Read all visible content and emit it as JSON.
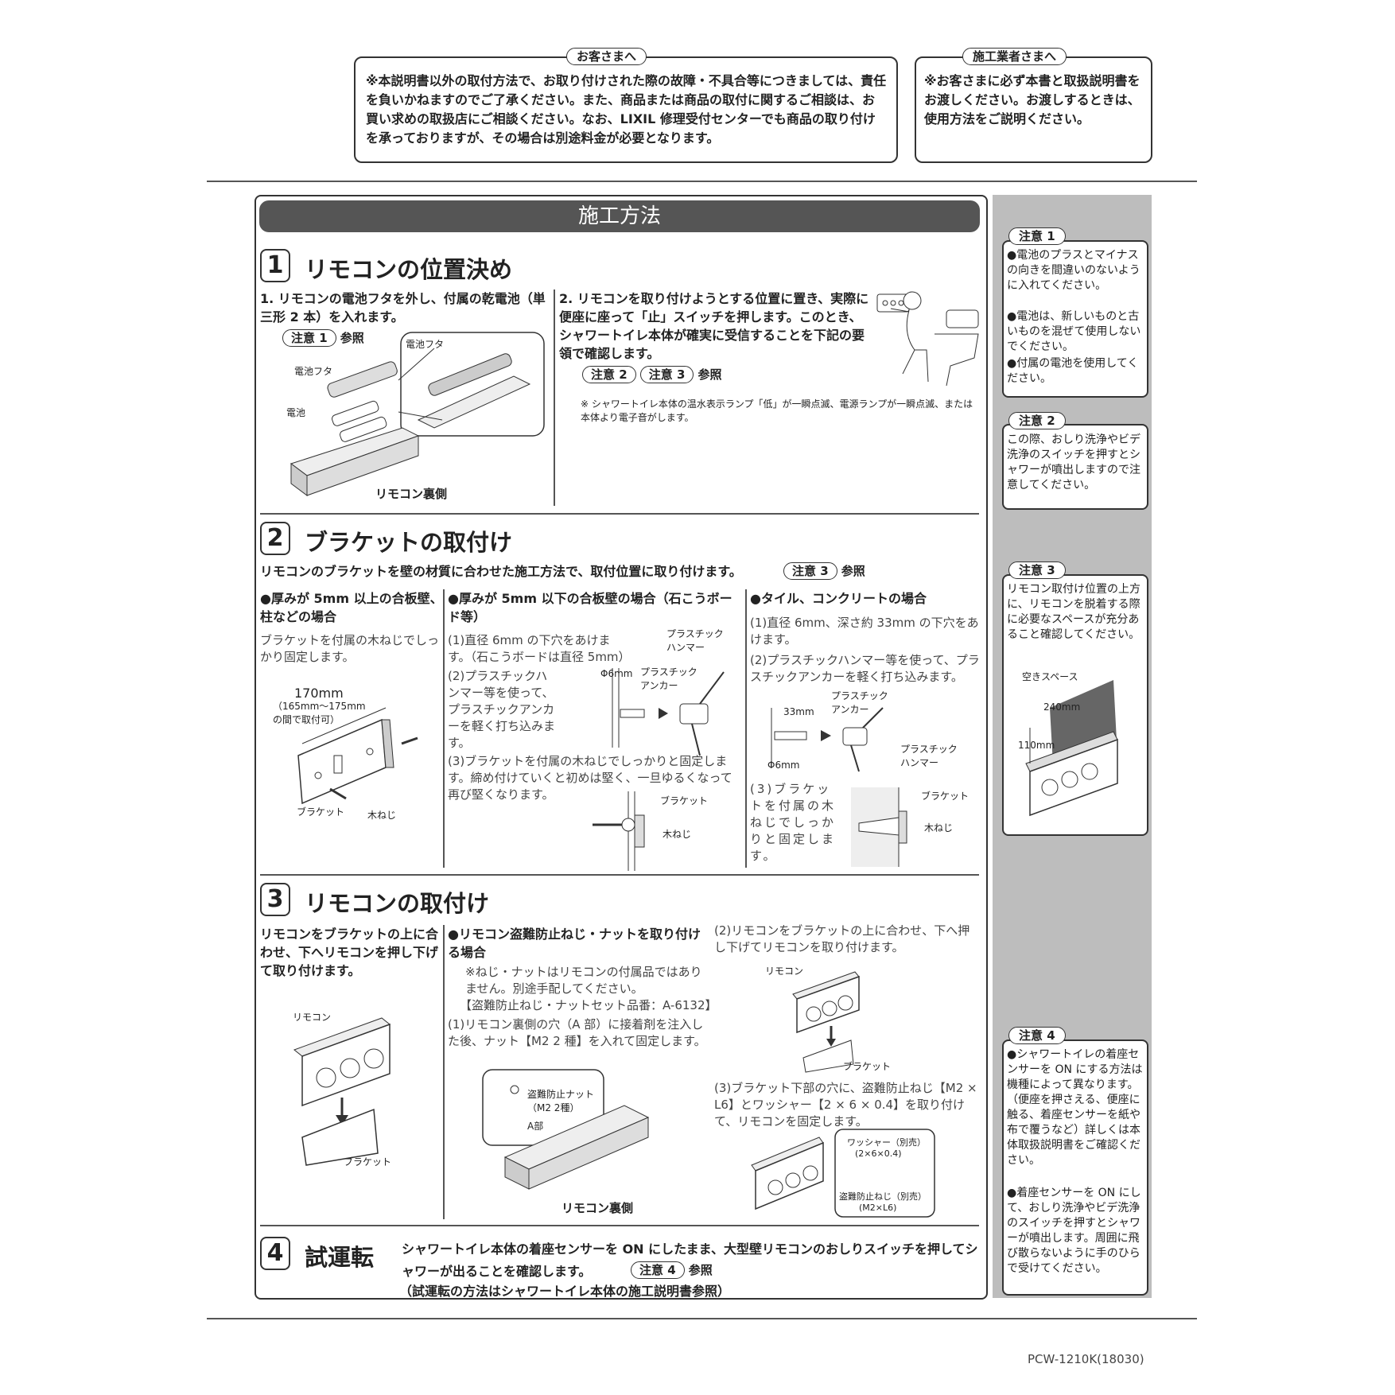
{
  "customer_notice": {
    "title": "お客さまへ",
    "body": "※本説明書以外の取付方法で、お取り付けされた際の故障・不具合等につきましては、責任を負いかねますのでご了承ください。また、商品または商品の取付に関するご相談は、お買い求めの取扱店にご相談ください。なお、LIXIL 修理受付センターでも商品の取り付けを承っておりますが、その場合は別途料金が必要となります。"
  },
  "installer_notice": {
    "title": "施工業者さまへ",
    "body": "※お客さまに必ず本書と取扱説明書をお渡しください。お渡しするときは、使用方法をご説明ください。"
  },
  "main_title": "施工方法",
  "sections": {
    "s1": {
      "num": "1",
      "title": "リモコンの位置決め",
      "step1": "1. リモコンの電池フタを外し、付属の乾電池（単三形 2 本）を入れます。",
      "step1_ref_pill": "注意 1",
      "step1_ref": "参照",
      "fig_battery_cover_a": "電池フタ",
      "fig_battery_cover_b": "電池フタ",
      "fig_battery": "電池",
      "fig_caption": "リモコン裏側",
      "step2": "2. リモコンを取り付けようとする位置に置き、実際に便座に座って「止」スイッチを押します。このとき、シャワートイレ本体が確実に受信することを下記の要領で確認します。",
      "step2_pill_a": "注意 2",
      "step2_pill_b": "注意 3",
      "step2_ref": "参照",
      "step2_note": "※ シャワートイレ本体の温水表示ランプ「低」が一瞬点滅、電源ランプが一瞬点滅、または本体より電子音がします。"
    },
    "s2": {
      "num": "2",
      "title": "ブラケットの取付け",
      "intro": "リモコンのブラケットを壁の材質に合わせた施工方法で、取付位置に取り付けます。",
      "intro_pill": "注意 3",
      "intro_ref": "参照",
      "colA_head": "●厚みが 5mm 以上の合板壁、柱などの場合",
      "colA_text": "ブラケットを付属の木ねじでしっかり固定します。",
      "colA_dim": "170mm",
      "colA_dim_note": "（165mm〜175mm の間で取付可）",
      "colA_lbl_bracket": "ブラケット",
      "colA_lbl_screw": "木ねじ",
      "colB_head": "●厚みが 5mm 以下の合板壁の場合（石こうボード等）",
      "colB_1": "(1)直径 6mm の下穴をあけます。（石こうボードは直径 5mm）",
      "colB_2": "(2)プラスチックハンマー等を使って、プラスチックアンカーを軽く打ち込みます。",
      "colB_3": "(3)ブラケットを付属の木ねじでしっかりと固定します。締め付けていくと初めは堅く、一旦ゆるくなって再び堅くなります。",
      "colB_lbl_hammer": "プラスチックハンマー",
      "colB_lbl_phi": "Φ6mm",
      "colB_lbl_anchor": "プラスチックアンカー",
      "colB_lbl_bracket": "ブラケット",
      "colB_lbl_screw": "木ねじ",
      "colC_head": "●タイル、コンクリートの場合",
      "colC_1": "(1)直径 6mm、深さ約 33mm の下穴をあけます。",
      "colC_2": "(2)プラスチックハンマー等を使って、プラスチックアンカーを軽く打ち込みます。",
      "colC_3": "(3)ブラケットを付属の木ねじでしっかりと固定します。",
      "colC_lbl_anchor": "プラスチックアンカー",
      "colC_lbl_33": "33mm",
      "colC_lbl_phi": "Φ6mm",
      "colC_lbl_hammer": "プラスチックハンマー",
      "colC_lbl_bracket": "ブラケット",
      "colC_lbl_screw": "木ねじ"
    },
    "s3": {
      "num": "3",
      "title": "リモコンの取付け",
      "colA_text": "リモコンをブラケットの上に合わせ、下へリモコンを押し下げて取り付けます。",
      "colA_lbl_remote": "リモコン",
      "colA_lbl_bracket": "ブラケット",
      "colB_head": "●リモコン盗難防止ねじ・ナットを取り付ける場合",
      "colB_note": "※ねじ・ナットはリモコンの付属品ではありません。別途手配してください。",
      "colB_part": "【盗難防止ねじ・ナットセット品番：A-6132】",
      "colB_1": "(1)リモコン裏側の穴（A 部）に接着剤を注入した後、ナット【M2 2 種】を入れて固定します。",
      "colB_lbl_nut": "盗難防止ナット（M2 2種）",
      "colB_lbl_a": "A部",
      "colB_caption": "リモコン裏側",
      "colC_2": "(2)リモコンをブラケットの上に合わせ、下へ押し下げてリモコンを取り付けます。",
      "colC_lbl_remote": "リモコン",
      "colC_lbl_bracket": "ブラケット",
      "colC_3": "(3)ブラケット下部の穴に、盗難防止ねじ【M2 × L6】とワッシャー【2 × 6 × 0.4】を取り付けて、リモコンを固定します。",
      "colC_lbl_washer": "ワッシャー（別売）",
      "colC_lbl_washer_size": "(2×6×0.4)",
      "colC_lbl_screw": "盗難防止ねじ（別売）",
      "colC_lbl_screw_size": "(M2×L6)"
    },
    "s4": {
      "num": "4",
      "title": "試運転",
      "text1": "シャワートイレ本体の着座センサーを ON にしたまま、大型壁リモコンのおしりスイッチを押してシャワーが出ることを確認します。",
      "pill": "注意 4",
      "ref": "参照",
      "text2": "（試運転の方法はシャワートイレ本体の施工説明書参照）"
    }
  },
  "cautions": [
    {
      "title": "注意 1",
      "items": [
        "●電池のプラスとマイナスの向きを間違いのないように入れてください。",
        "●電池は、新しいものと古いものを混ぜて使用しないでください。",
        "●付属の電池を使用してください。"
      ]
    },
    {
      "title": "注意 2",
      "items": [
        "この際、おしり洗浄やビデ洗浄のスイッチを押すとシャワーが噴出しますので注意してください。"
      ]
    },
    {
      "title": "注意 3",
      "items": [
        "リモコン取付け位置の上方に、リモコンを脱着する際に必要なスペースが充分あること確認してください。"
      ],
      "fig_space": "空きスペース",
      "fig_240": "240mm",
      "fig_110": "110mm"
    },
    {
      "title": "注意 4",
      "items": [
        "●シャワートイレの着座センサーを ON にする方法は機種によって異なります。（便座を押さえる、便座に触る、着座センサーを紙や布で覆うなど）詳しくは本体取扱説明書をご確認ください。",
        "●着座センサーを ON にして、おしり洗浄やビデ洗浄のスイッチを押すとシャワーが噴出します。周囲に飛び散らないように手のひらで受けてください。"
      ]
    }
  ],
  "footer_code": "PCW-1210K(18030)"
}
